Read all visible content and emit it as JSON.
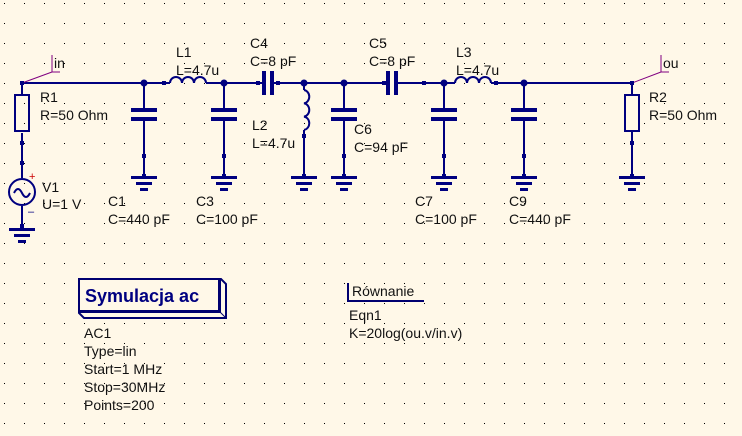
{
  "schematic": {
    "wire_color": "#000080",
    "label_wire_color": "#800080",
    "source_plus_color": "#cc0000",
    "background": "#fff8e8",
    "ports": [
      {
        "id": "port-in",
        "label": "in"
      },
      {
        "id": "port-out",
        "label": "ou"
      }
    ],
    "components": {
      "R1": {
        "name": "R1",
        "value": "R=50 Ohm"
      },
      "V1": {
        "name": "V1",
        "value": "U=1 V",
        "plus": "+",
        "minus": "–"
      },
      "C1": {
        "name": "C1",
        "value": "C=440 pF"
      },
      "L1": {
        "name": "L1",
        "value": "L=4.7u"
      },
      "C3": {
        "name": "C3",
        "value": "C=100 pF"
      },
      "C4": {
        "name": "C4",
        "value": "C=8 pF"
      },
      "L2": {
        "name": "L2",
        "value": "L=4.7u"
      },
      "C6": {
        "name": "C6",
        "value": "C=94 pF"
      },
      "C5": {
        "name": "C5",
        "value": "C=8 pF"
      },
      "L3": {
        "name": "L3",
        "value": "L=4.7u"
      },
      "C7": {
        "name": "C7",
        "value": "C=100 pF"
      },
      "C9": {
        "name": "C9",
        "value": "C=440 pF"
      },
      "R2": {
        "name": "R2",
        "value": "R=50 Ohm"
      }
    },
    "simulation": {
      "title": "Symulacja ac",
      "name": "AC1",
      "type": "Type=lin",
      "start": "Start=1 MHz",
      "stop": "Stop=30MHz",
      "points": "Points=200"
    },
    "equation": {
      "title": "Równanie",
      "name": "Eqn1",
      "expr": "K=20log(ou.v/in.v)"
    }
  }
}
